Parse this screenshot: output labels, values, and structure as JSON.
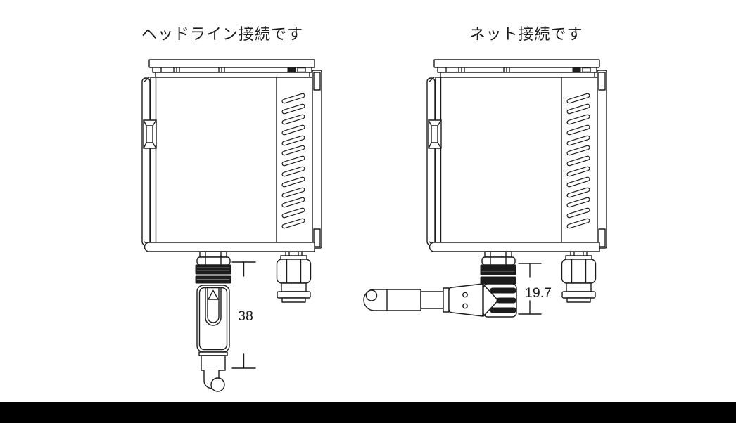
{
  "colors": {
    "line": "#1c1c1c",
    "background": "#ffffff",
    "footer_bar": "#000000"
  },
  "figures": [
    {
      "title": "ヘッドライン接続です",
      "connector_type": "straight-m12-plug",
      "dimension": {
        "value": "38"
      }
    },
    {
      "title": "ネット接続です",
      "connector_type": "right-angle-m12-plug",
      "dimension": {
        "value": "19.7"
      }
    }
  ]
}
